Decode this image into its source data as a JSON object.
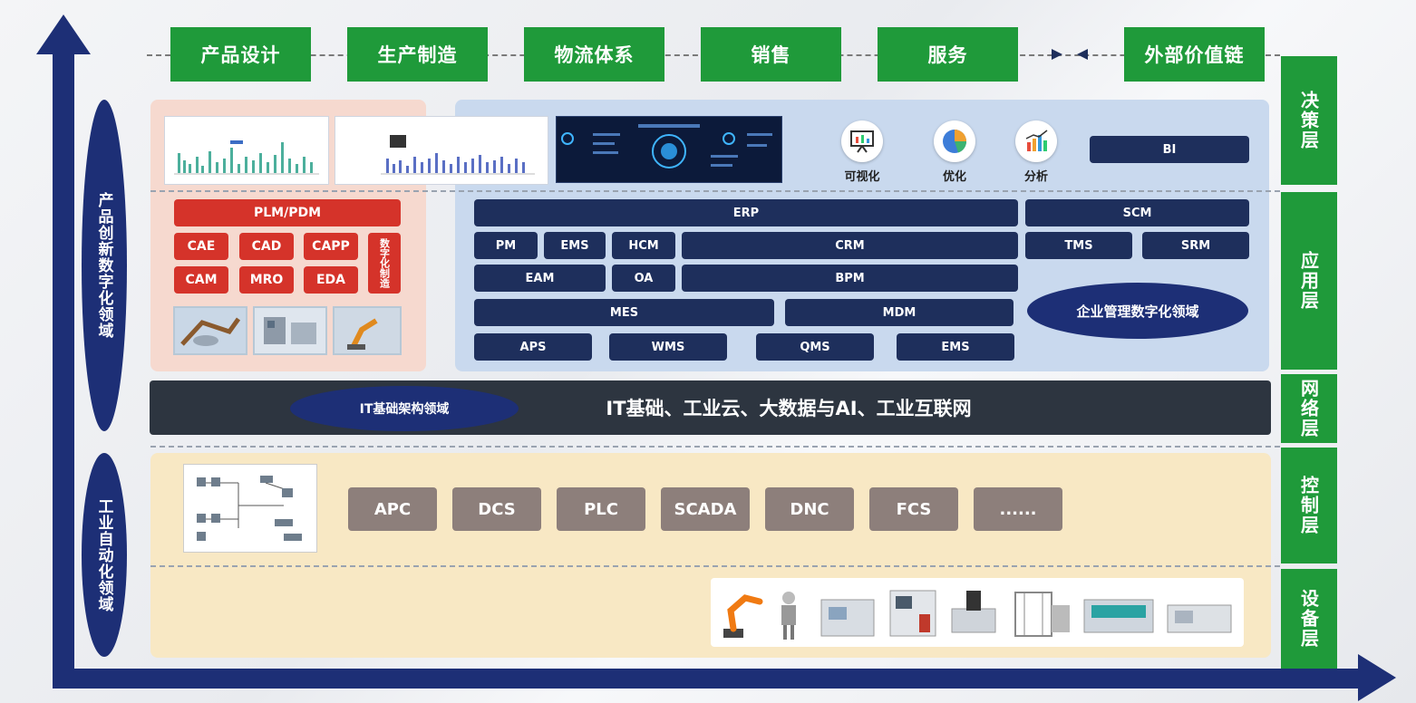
{
  "value_chain": [
    "产品设计",
    "生产制造",
    "物流体系",
    "销售",
    "服务",
    "外部价值链"
  ],
  "layers": [
    "决策层",
    "应用层",
    "网络层",
    "控制层",
    "设备层"
  ],
  "domains": {
    "product_innovation": "产品创新数字化领域",
    "industrial_automation": "工业自动化领域",
    "enterprise_management": "企业管理数字化领域",
    "it_infrastructure": "IT基础架构领域"
  },
  "decision": {
    "icons": [
      {
        "label": "可视化",
        "icon": "visualization-icon"
      },
      {
        "label": "优化",
        "icon": "pie-chart-icon"
      },
      {
        "label": "分析",
        "icon": "bar-chart-icon"
      }
    ],
    "bi": "BI"
  },
  "plm": {
    "title": "PLM/PDM",
    "items": [
      "CAE",
      "CAD",
      "CAPP",
      "CAM",
      "MRO",
      "EDA"
    ],
    "digital_manufacturing": "数字化制造"
  },
  "enterprise_apps": {
    "erp": "ERP",
    "scm": "SCM",
    "pm": "PM",
    "ems": "EMS",
    "hcm": "HCM",
    "crm": "CRM",
    "tms": "TMS",
    "srm": "SRM",
    "eam": "EAM",
    "oa": "OA",
    "bpm": "BPM",
    "mes": "MES",
    "mdm": "MDM",
    "aps": "APS",
    "wms": "WMS",
    "qms": "QMS",
    "ems2": "EMS"
  },
  "network_bar": "IT基础、工业云、大数据与AI、工业互联网",
  "control_systems": [
    "APC",
    "DCS",
    "PLC",
    "SCADA",
    "DNC",
    "FCS",
    "......"
  ],
  "colors": {
    "green": "#1f9a3a",
    "navy": "#1e2f5c",
    "red": "#d5332a",
    "axis": "#1d2f76",
    "grey": "#8d7f7b"
  }
}
